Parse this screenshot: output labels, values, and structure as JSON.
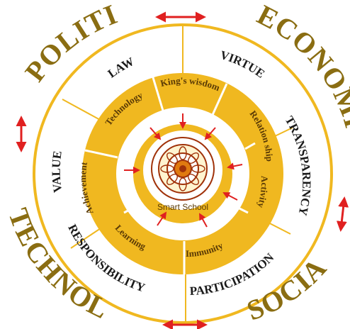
{
  "corners": {
    "politic": "POLITIC",
    "economic": "ECONOMIC",
    "technology": "TECHNOLOGY",
    "social": "SOCIAL"
  },
  "outer_ring": {
    "law": "LAW",
    "virtue": "VIRTUE",
    "transparency": "TRANSPARENCY",
    "participation": "PARTICIPATION",
    "responsibility": "RESPONSIBILITY",
    "value": "VALUE"
  },
  "inner_ring": {
    "technology": "Technology",
    "kings_wisdom": "King's wisdom",
    "relation_ship": "Relation ship",
    "activity": "Activity",
    "immunity": "Immunity",
    "learning": "Learning",
    "achievement": "Achievement"
  },
  "center": {
    "caption": "Smart School"
  },
  "colors": {
    "gold": "#f0b820",
    "corner_text": "#8a6d12",
    "arrow": "#e02020",
    "divider": "#ffffff"
  }
}
